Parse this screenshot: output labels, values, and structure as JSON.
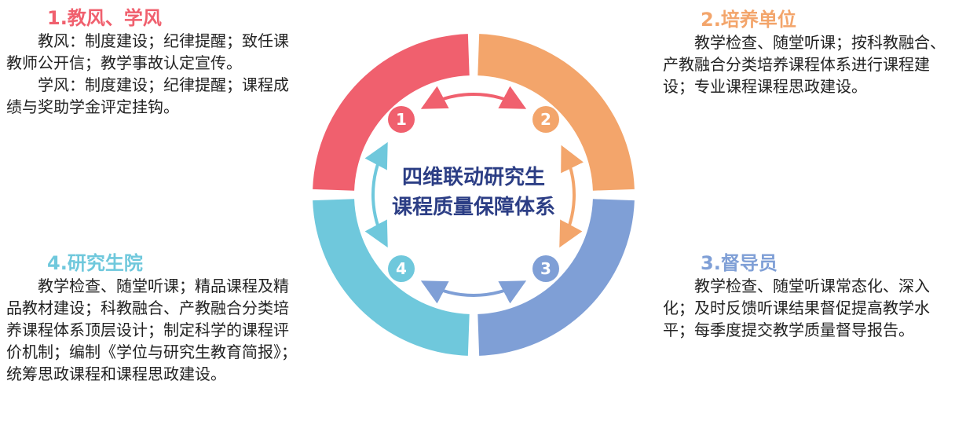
{
  "center": {
    "line1": "四维联动研究生",
    "line2": "课程质量保障体系"
  },
  "colors": {
    "red": "#f0606e",
    "orange": "#f3a56b",
    "blue": "#7f9fd6",
    "cyan": "#6fc8dc",
    "center_text": "#2c3e85"
  },
  "segments": [
    {
      "number": "1",
      "title": "1.教风、学风",
      "color": "#f0606e",
      "lines": [
        "教风：制度建设；纪律提醒；致任课教师公开信；教学事故认定宣传。",
        "学风：制度建设；纪律提醒；课程成绩与奖助学金评定挂钩。"
      ]
    },
    {
      "number": "2",
      "title": "2.培养单位",
      "color": "#f3a56b",
      "lines": [
        "教学检查、随堂听课；按科教融合、产教融合分类培养课程体系进行课程建设；专业课程课程思政建设。"
      ]
    },
    {
      "number": "3",
      "title": "3.督导员",
      "color": "#7f9fd6",
      "lines": [
        "教学检查、随堂听课常态化、深入化；及时反馈听课结果督促提高教学水平；每季度提交教学质量督导报告。"
      ]
    },
    {
      "number": "4",
      "title": "4.研究生院",
      "color": "#6fc8dc",
      "lines": [
        "教学检查、随堂听课；精品课程及精品教材建设；科教融合、产教融合分类培养课程体系顶层设计；制定科学的课程评价机制；编制《学位与研究生教育简报》；统筹思政课程和课程思政建设。"
      ]
    }
  ]
}
